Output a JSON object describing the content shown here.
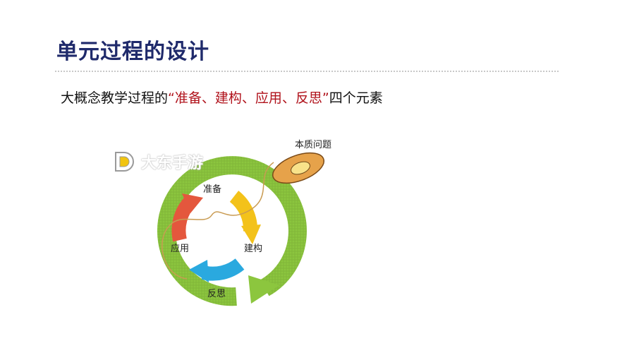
{
  "slide": {
    "title": "单元过程的设计",
    "subtitle_prefix": "大概念教学过程的",
    "subtitle_highlight": "“准备、建构、应用、反思”",
    "subtitle_suffix": "四个元素"
  },
  "diagram": {
    "label_top_right": "本质问题",
    "label_prepare": "准备",
    "label_construct": "建构",
    "label_apply": "应用",
    "label_reflect": "反思"
  },
  "watermark": {
    "text": "大东手游",
    "logo": "d-logo-icon"
  },
  "colors": {
    "title": "#1f2a6b",
    "highlight": "#b0121b",
    "ring": "#8cc63e",
    "arrow_red": "#e4573d",
    "arrow_yellow": "#f3c21a",
    "arrow_blue": "#2aa9df"
  }
}
